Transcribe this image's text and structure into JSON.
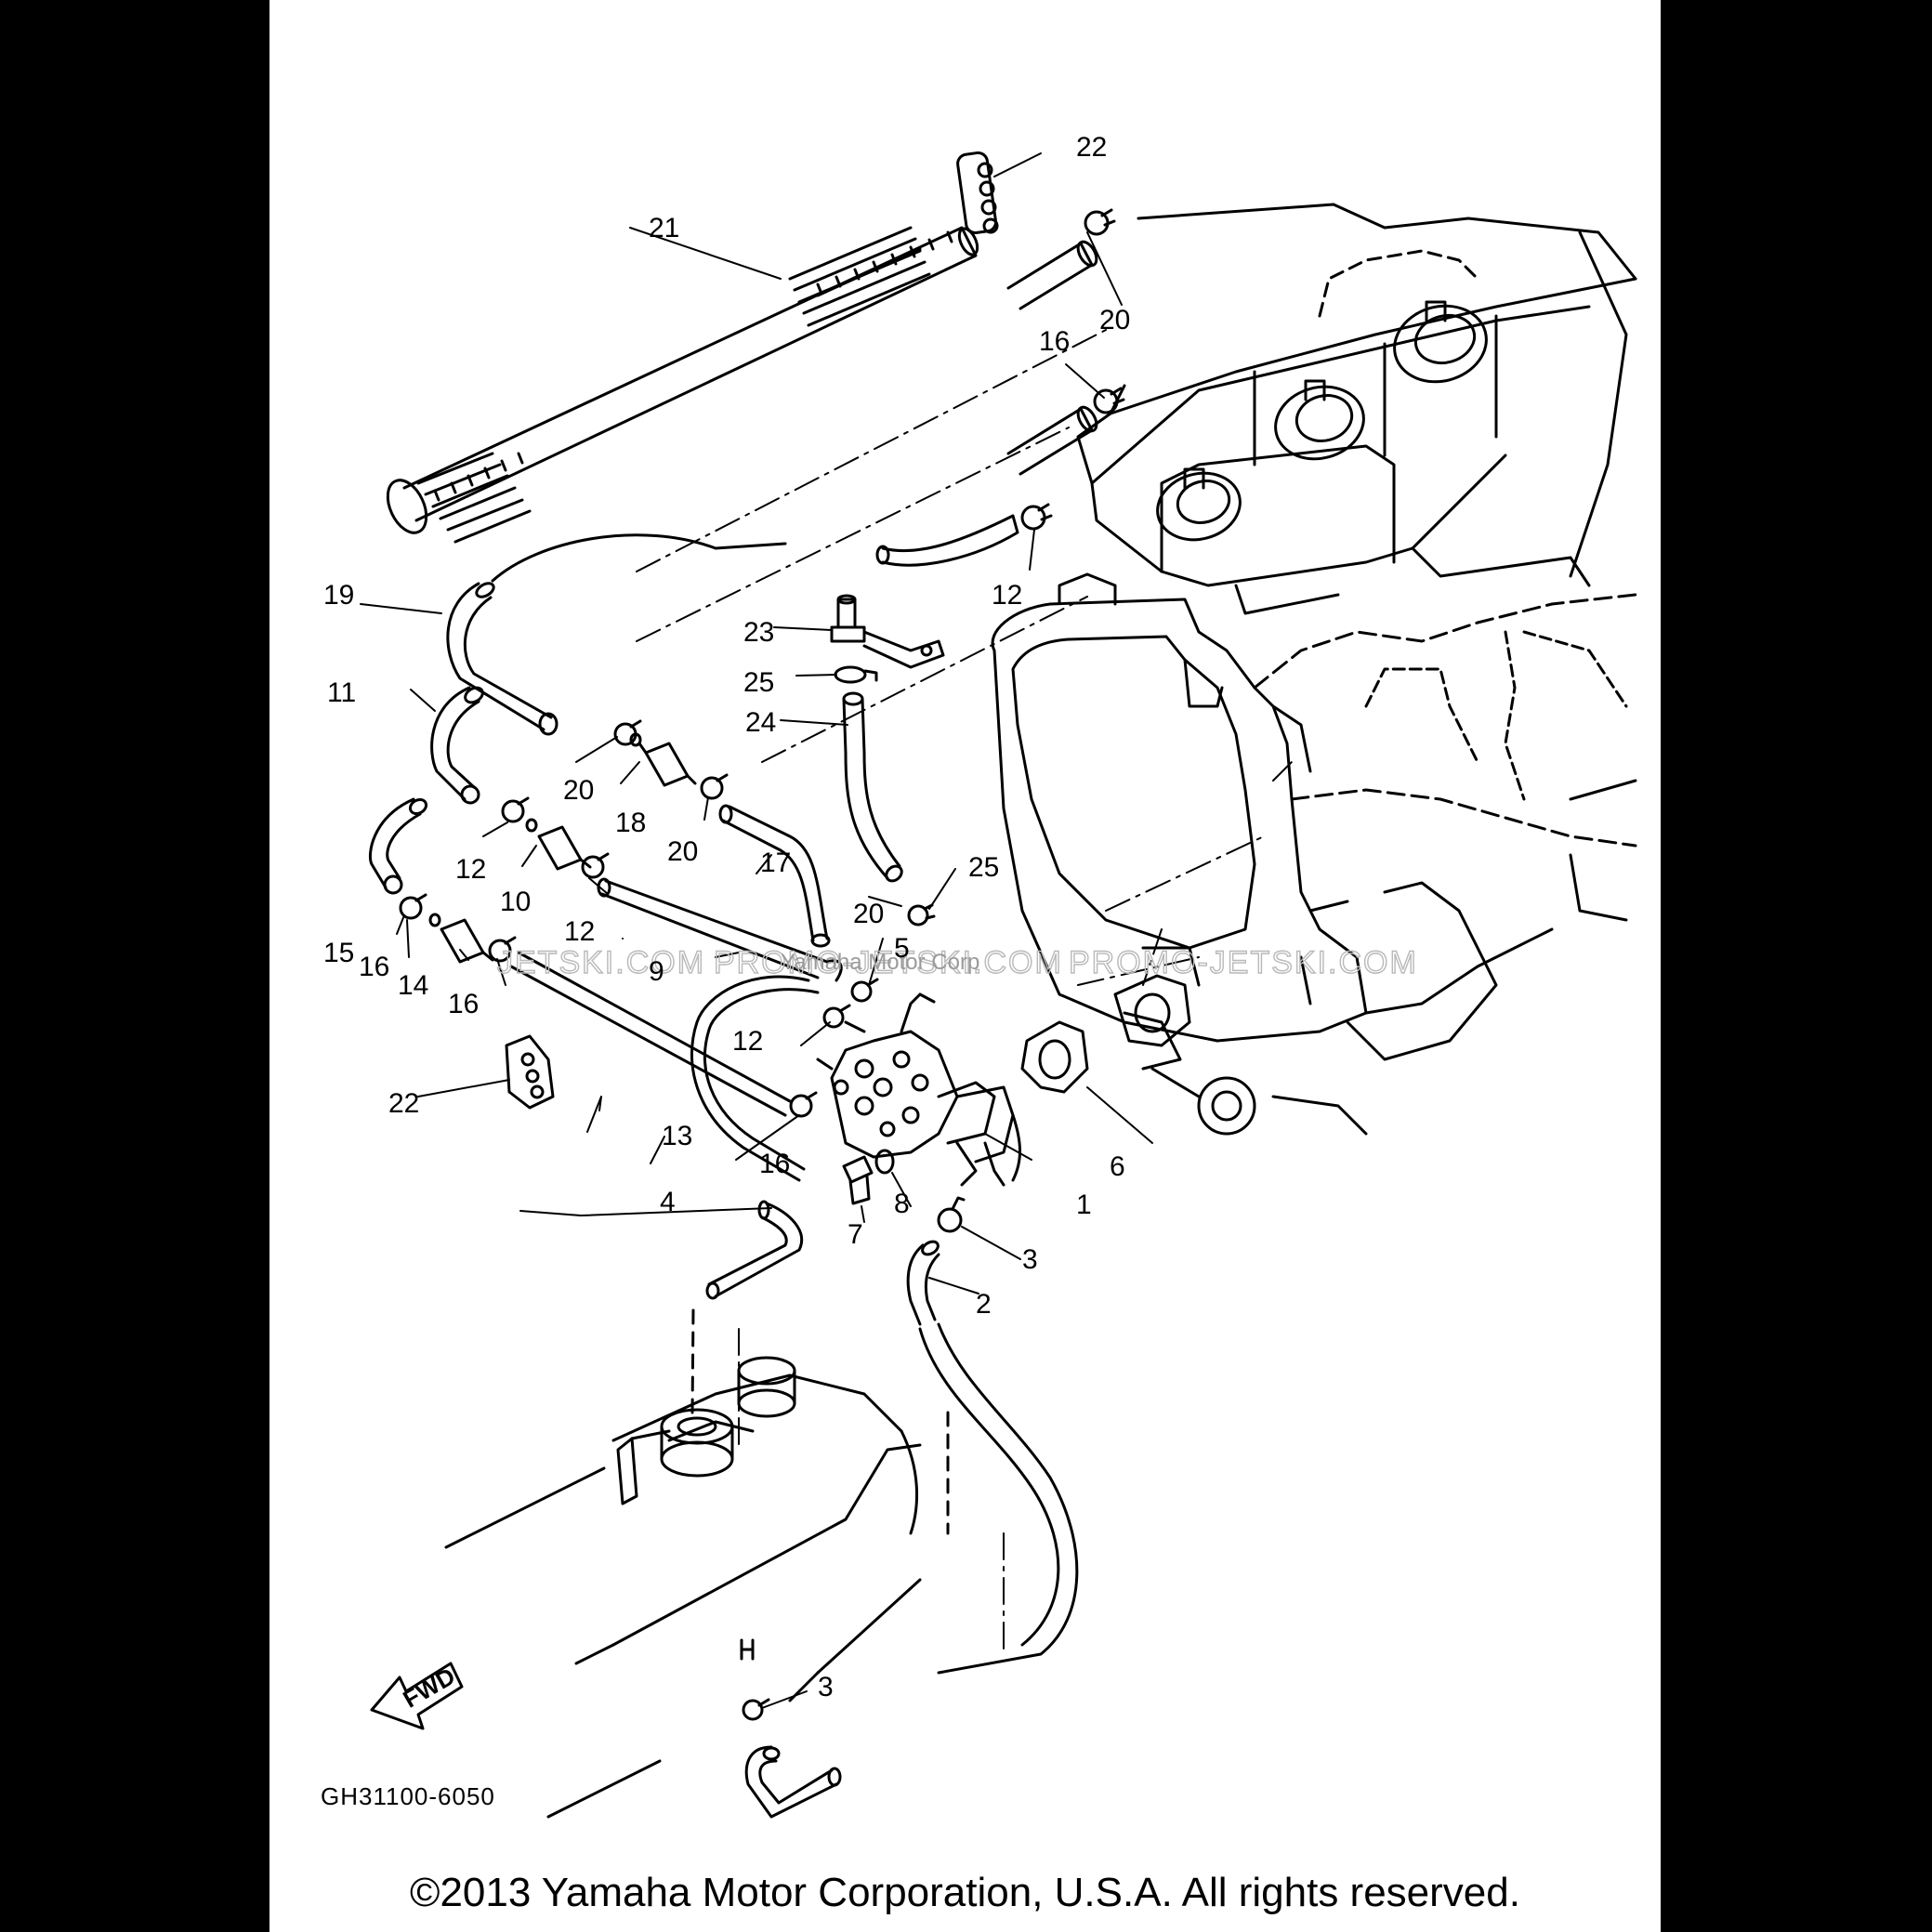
{
  "diagram": {
    "code": "GH31100-6050",
    "fwd_label": "FWD",
    "watermark_left": "JETSKI.COM",
    "watermark_mid": "PROMO-JETSKI.COM",
    "watermark_right": "PROMO-JETSKI.COM",
    "watermark_overlay": "Yamaha Motor Corp",
    "callouts": [
      "1",
      "2",
      "3",
      "3",
      "4",
      "5",
      "6",
      "7",
      "8",
      "9",
      "10",
      "11",
      "12",
      "12",
      "12",
      "12",
      "13",
      "14",
      "15",
      "16",
      "16",
      "16",
      "16",
      "17",
      "18",
      "19",
      "20",
      "20",
      "20",
      "20",
      "21",
      "22",
      "22",
      "23",
      "24",
      "25",
      "25"
    ]
  },
  "footer": {
    "copyright": "©2013 Yamaha Motor Corporation, U.S.A. All rights reserved."
  }
}
